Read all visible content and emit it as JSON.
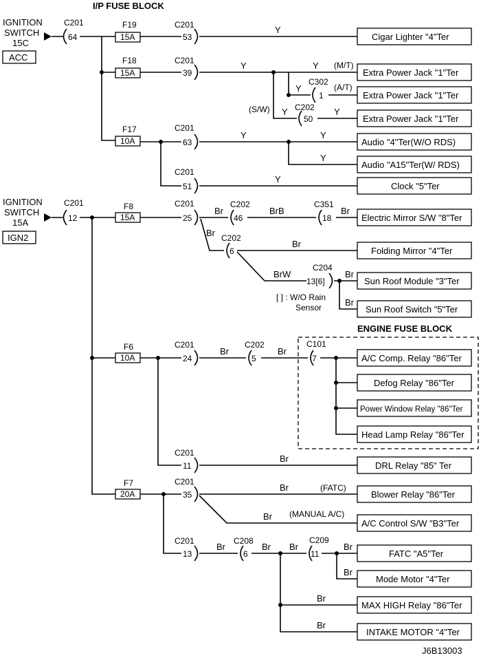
{
  "headers": {
    "ip_fuse_block": "I/P FUSE BLOCK",
    "engine_fuse_block": "ENGINE FUSE BLOCK"
  },
  "sources": [
    {
      "name": "IGNITION",
      "line2": "SWITCH",
      "line3": "15C",
      "badge": "ACC",
      "conn": "C201",
      "pin": "64"
    },
    {
      "name": "IGNITION",
      "line2": "SWITCH",
      "line3": "15A",
      "badge": "IGN2",
      "conn": "C201",
      "pin": "12"
    }
  ],
  "fuses": {
    "f19": {
      "name": "F19",
      "rating": "15A"
    },
    "f18": {
      "name": "F18",
      "rating": "15A"
    },
    "f17": {
      "name": "F17",
      "rating": "10A"
    },
    "f8": {
      "name": "F8",
      "rating": "15A"
    },
    "f6": {
      "name": "F6",
      "rating": "10A"
    },
    "f7": {
      "name": "F7",
      "rating": "20A"
    }
  },
  "connectors": {
    "c201_53": {
      "name": "C201",
      "pin": "53"
    },
    "c201_39": {
      "name": "C201",
      "pin": "39"
    },
    "c302_1": {
      "name": "C302",
      "pin": "1"
    },
    "c202_50": {
      "name": "C202",
      "pin": "50"
    },
    "c201_63": {
      "name": "C201",
      "pin": "63"
    },
    "c201_51": {
      "name": "C201",
      "pin": "51"
    },
    "c201_25": {
      "name": "C201",
      "pin": "25"
    },
    "c202_46": {
      "name": "C202",
      "pin": "46"
    },
    "c351_18": {
      "name": "C351",
      "pin": "18"
    },
    "c202_6": {
      "name": "C202",
      "pin": "6"
    },
    "c204": {
      "name": "C204",
      "pin": "13[6]"
    },
    "c201_24": {
      "name": "C201",
      "pin": "24"
    },
    "c202_5": {
      "name": "C202",
      "pin": "5"
    },
    "c101_7": {
      "name": "C101",
      "pin": "7"
    },
    "c201_11": {
      "name": "C201",
      "pin": "11"
    },
    "c201_35": {
      "name": "C201",
      "pin": "35"
    },
    "c201_13": {
      "name": "C201",
      "pin": "13"
    },
    "c208_6": {
      "name": "C208",
      "pin": "6"
    },
    "c209_11": {
      "name": "C209",
      "pin": "11"
    }
  },
  "wire_colors": {
    "y": "Y",
    "br": "Br",
    "brb": "BrB",
    "brw": "BrW"
  },
  "notes": {
    "mt": "(M/T)",
    "at": "(A/T)",
    "sw": "(S/W)",
    "fatc": "(FATC)",
    "manual_ac": "(MANUAL A/C)",
    "rain_note_1": "[  ] : W/O Rain",
    "rain_note_2": "Sensor"
  },
  "loads": {
    "cigar_lighter": "Cigar Lighter \"4\"Ter",
    "extra_power_jack_1": "Extra Power Jack \"1\"Ter",
    "extra_power_jack_2": "Extra Power Jack \"1\"Ter",
    "extra_power_jack_3": "Extra Power Jack \"1\"Ter",
    "audio_4": "Audio \"4\"Ter(W/O RDS)",
    "audio_a15": "Audio \"A15\"Ter(W/ RDS)",
    "clock": "Clock \"5\"Ter",
    "electric_mirror": "Electric Mirror S/W \"8\"Ter",
    "folding_mirror": "Folding Mirror \"4\"Ter",
    "sunroof_module": "Sun Roof Module \"3\"Ter",
    "sunroof_switch": "Sun Roof Switch \"5\"Ter",
    "ac_comp_relay": "A/C Comp. Relay \"86\"Ter",
    "defog_relay": "Defog Relay \"86\"Ter",
    "power_window_relay": "Power Window Relay \"86\"Ter",
    "head_lamp_relay": "Head Lamp Relay \"86\"Ter",
    "drl_relay": "DRL Relay \"85\" Ter",
    "blower_relay": "Blower Relay \"86\"Ter",
    "ac_control_sw": "A/C Control S/W \"B3\"Ter",
    "fatc_a5": "FATC \"A5\"Ter",
    "mode_motor": "Mode Motor \"4\"Ter",
    "max_high_relay": "MAX HIGH Relay \"86\"Ter",
    "intake_motor": "INTAKE MOTOR \"4\"Ter"
  },
  "figure_id": "J6B13003"
}
